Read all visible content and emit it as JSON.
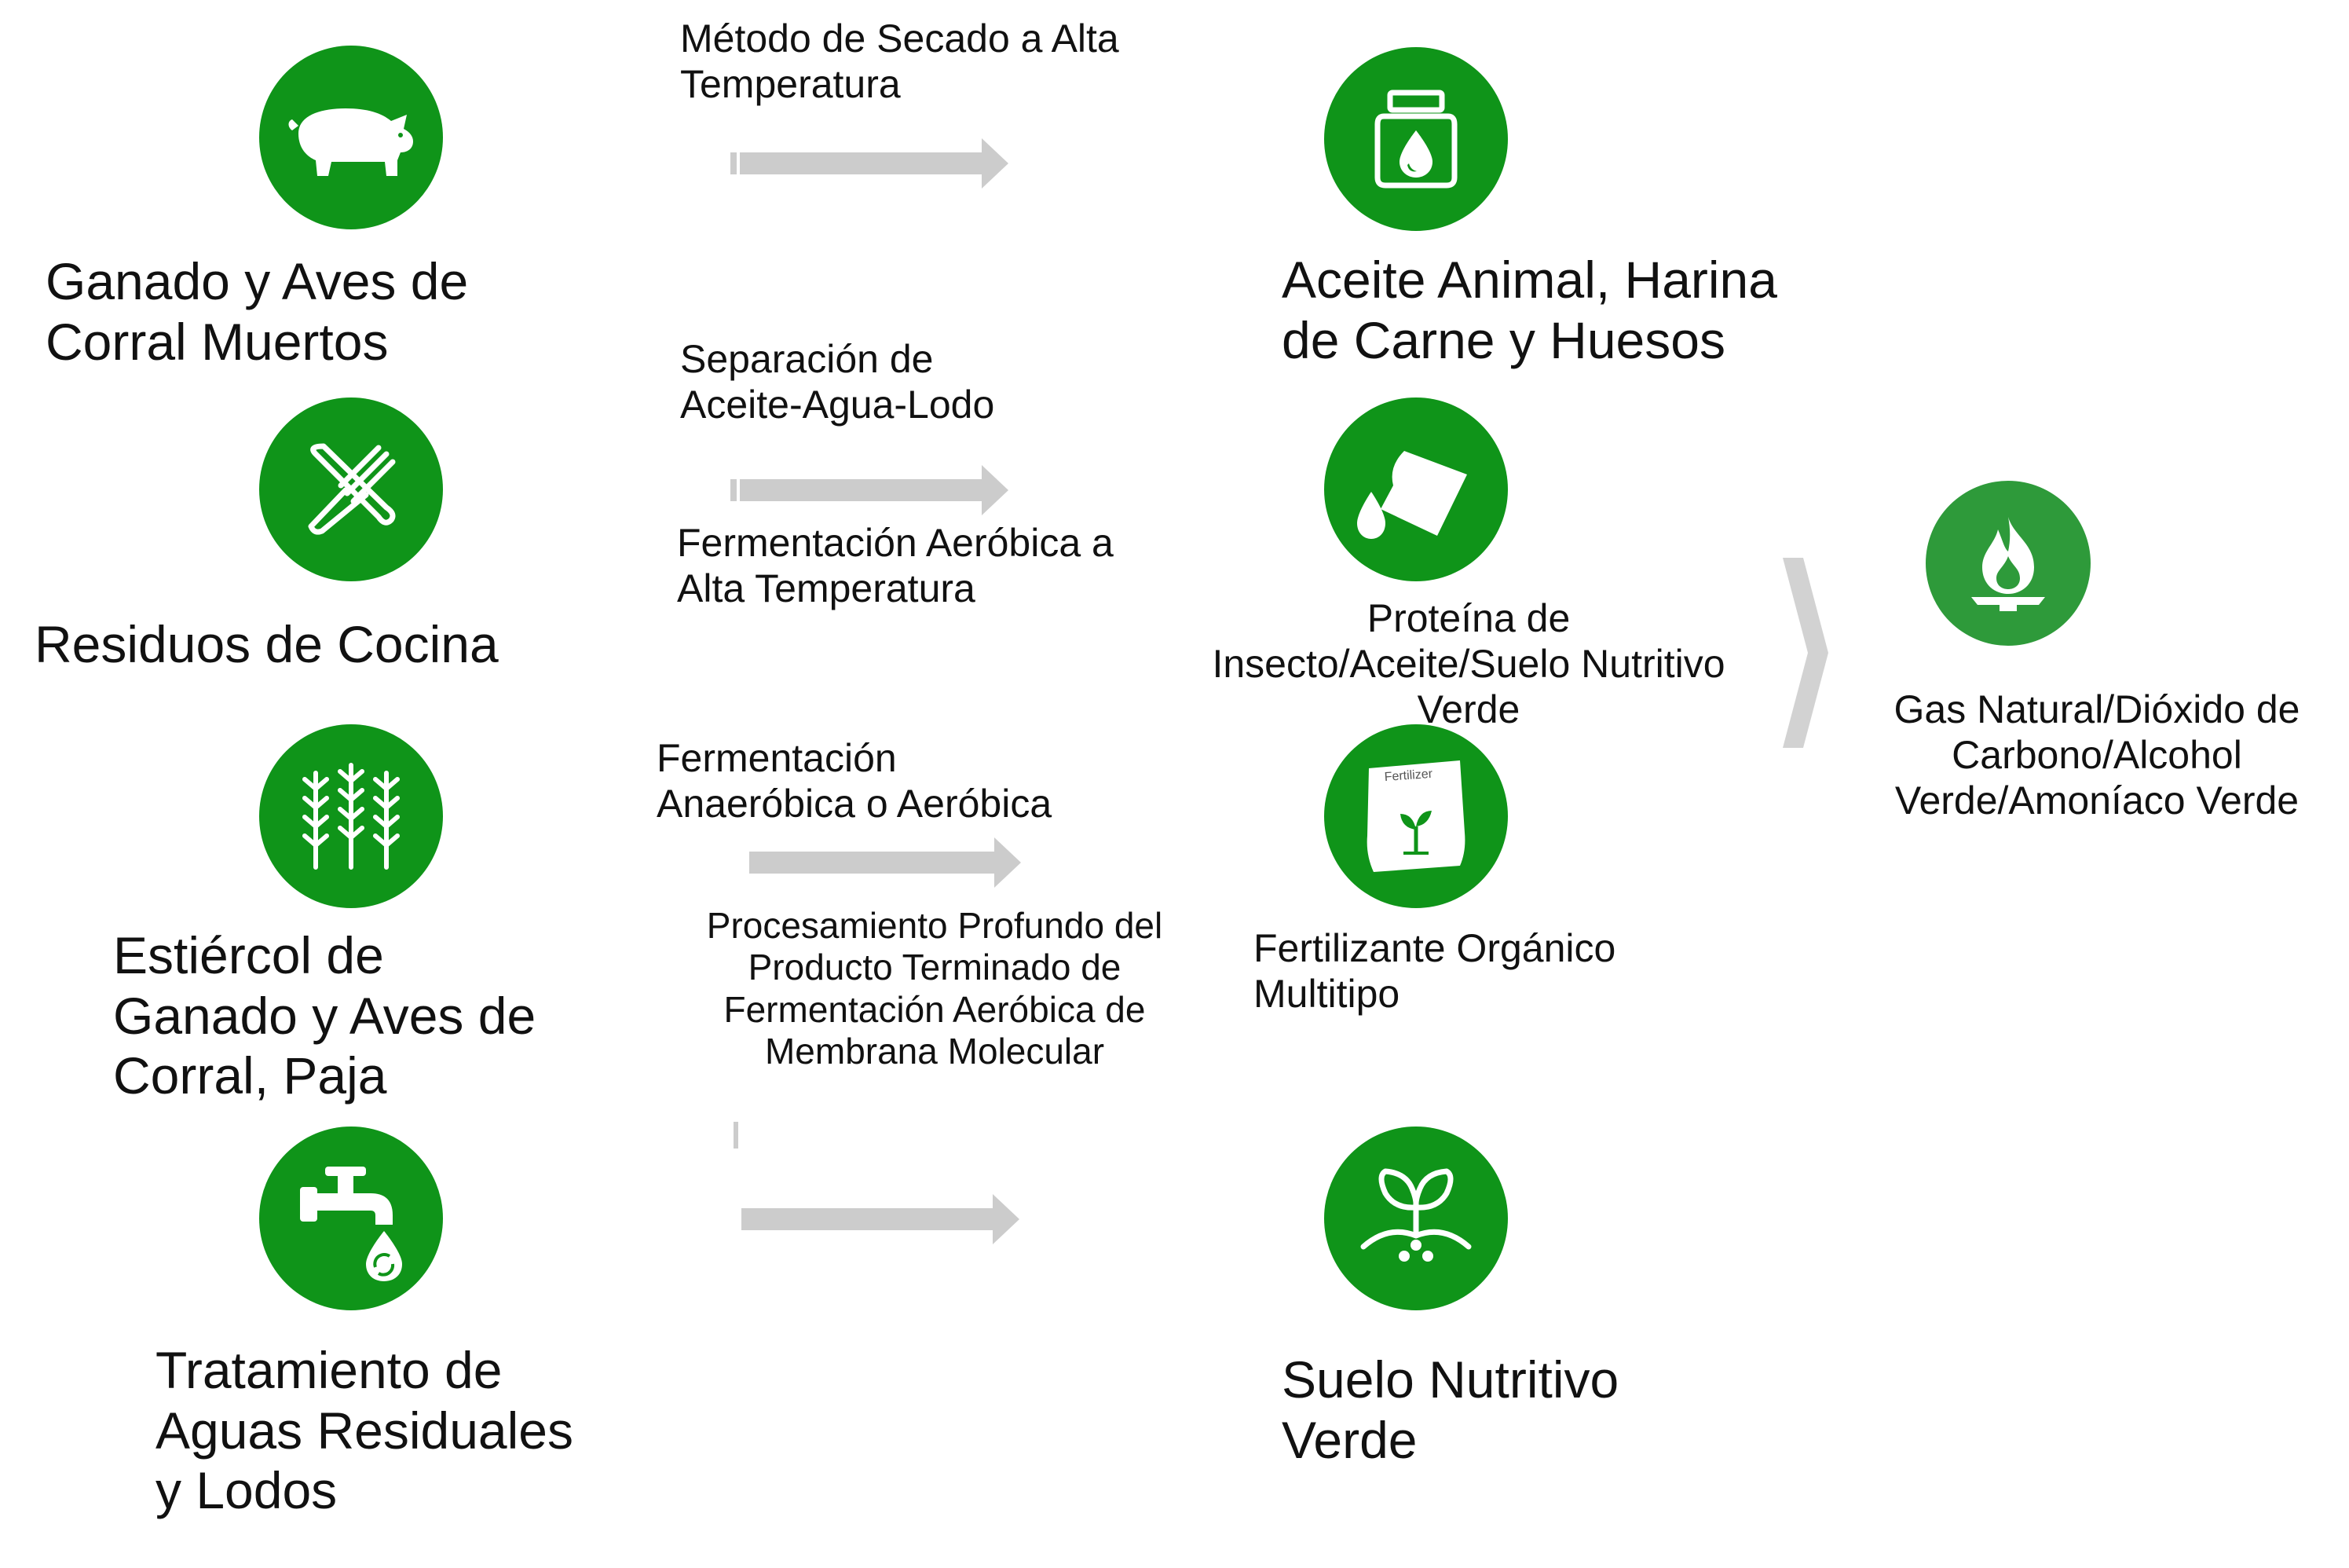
{
  "sources": [
    {
      "icon": "pig-icon",
      "label": "Ganado y Aves de\nCorral Muertos"
    },
    {
      "icon": "fork-knife-icon",
      "label": "Residuos de Cocina"
    },
    {
      "icon": "wheat-icon",
      "label": "Estiércol de\nGanado y Aves de\nCorral, Paja"
    },
    {
      "icon": "faucet-recycle-icon",
      "label": "Tratamiento de\nAguas Residuales\ny Lodos"
    }
  ],
  "processes": [
    {
      "label": "Método de Secado a Alta\nTemperatura"
    },
    {
      "label": "Separación de\nAceite-Agua-Lodo"
    },
    {
      "label": "Fermentación Aeróbica a\nAlta Temperatura"
    },
    {
      "label": "Fermentación\nAnaeróbica o Aeróbica"
    },
    {
      "label": "Procesamiento Profundo del\nProducto Terminado de\nFermentación Aeróbica de\nMembrana Molecular"
    }
  ],
  "products": [
    {
      "icon": "oil-jar-icon",
      "label": "Aceite Animal, Harina\nde Carne y Huesos"
    },
    {
      "icon": "oil-can-icon",
      "label": "Proteína de\nInsecto/Aceite/Suelo Nutritivo\nVerde"
    },
    {
      "icon": "fertilizer-bag-icon",
      "label": "Fertilizante Orgánico\nMultitipo",
      "bag_text": "Fertilizer"
    },
    {
      "icon": "sprout-icon",
      "label": "Suelo Nutritivo\nVerde"
    }
  ],
  "final": {
    "icon": "flame-icon",
    "label": "Gas Natural/Dióxido de\nCarbono/Alcohol\nVerde/Amoníaco Verde"
  },
  "colors": {
    "icon_green": "#0f9419",
    "final_green": "#2e9a3a",
    "arrow_gray": "#cccccc",
    "chevron_gray": "#d2d2d2"
  }
}
